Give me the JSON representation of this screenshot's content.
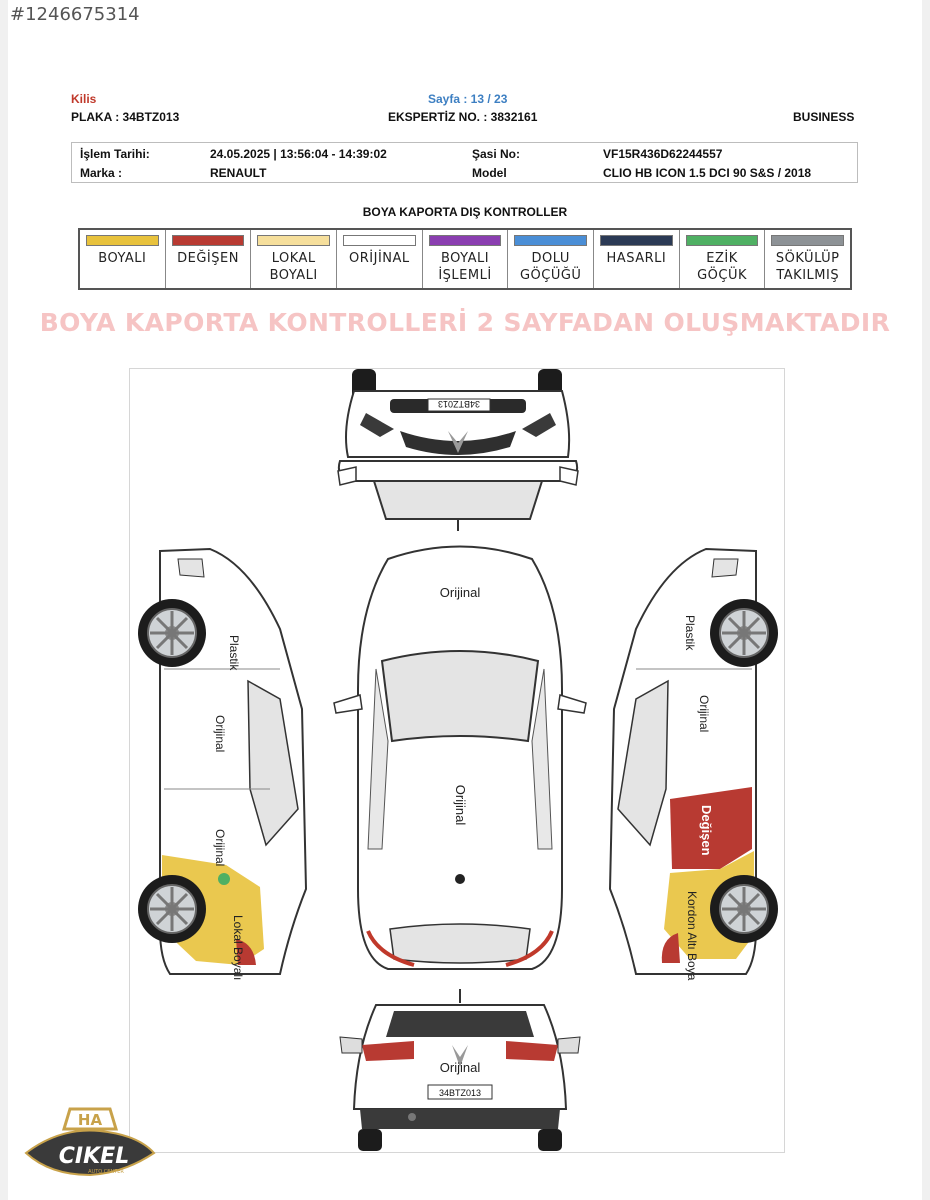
{
  "listing_id": "#1246675314",
  "header": {
    "city": "Kilis",
    "page": "Sayfa : 13 / 23",
    "plaka": "PLAKA : 34BTZ013",
    "ekspertiz": "EKSPERTİZ NO. : 3832161",
    "package": "BUSINESS"
  },
  "info": {
    "islem_tarihi_label": "İşlem Tarihi:",
    "islem_tarihi_value": "24.05.2025 | 13:56:04 - 14:39:02",
    "sasi_label": "Şasi No:",
    "sasi_value": "VF15R436D62244557",
    "marka_label": "Marka :",
    "marka_value": "RENAULT",
    "model_label": "Model",
    "model_value": "CLIO HB ICON 1.5 DCI 90 S&S / 2018"
  },
  "section_title": "BOYA KAPORTA DIŞ KONTROLLER",
  "legend": [
    {
      "label": "BOYALI",
      "color": "#e8c23c"
    },
    {
      "label": "DEĞİŞEN",
      "color": "#b83a32"
    },
    {
      "label": "LOKAL\nBOYALI",
      "color": "#f6df9c"
    },
    {
      "label": "ORİJİNAL",
      "color": "#ffffff"
    },
    {
      "label": "BOYALI\nİŞLEMLİ",
      "color": "#8a3eb0"
    },
    {
      "label": "DOLU\nGÖÇÜĞÜ",
      "color": "#4a8ed6"
    },
    {
      "label": "HASARLI",
      "color": "#2b3a55"
    },
    {
      "label": "EZİK\nGÖÇÜK",
      "color": "#4fb063"
    },
    {
      "label": "SÖKÜLÜP\nTAKILMIŞ",
      "color": "#8d9296"
    }
  ],
  "banner": "BOYA KAPORTA KONTROLLERİ 2 SAYFADAN OLUŞMAKTADIR",
  "diagram": {
    "front_plate": "34BTZ013",
    "rear_plate": "34BTZ013",
    "top_hood": "Orijinal",
    "top_roof": "Orijinal",
    "rear_trunk": "Orijinal",
    "left_bumper": "Plastik",
    "left_front_door": "Orijinal",
    "left_rear_door": "Orijinal",
    "left_rear_fender": "Lokal Boyalı",
    "right_bumper": "Plastik",
    "right_front_door": "Orijinal",
    "right_rear_door": "Değişen",
    "right_rear_fender": "Kordon Altı Boya"
  },
  "logo": {
    "initials": "HA",
    "name": "CIKEL",
    "tagline": "AUTO CENTER"
  },
  "colors": {
    "city": "#c0392b",
    "page": "#3d7fc2",
    "banner": "#f6c4c4",
    "changed_panel": "#b83a32",
    "local_paint": "#e8c23c",
    "dent_marker": "#4fb063",
    "logo_gold": "#c8a24a"
  }
}
